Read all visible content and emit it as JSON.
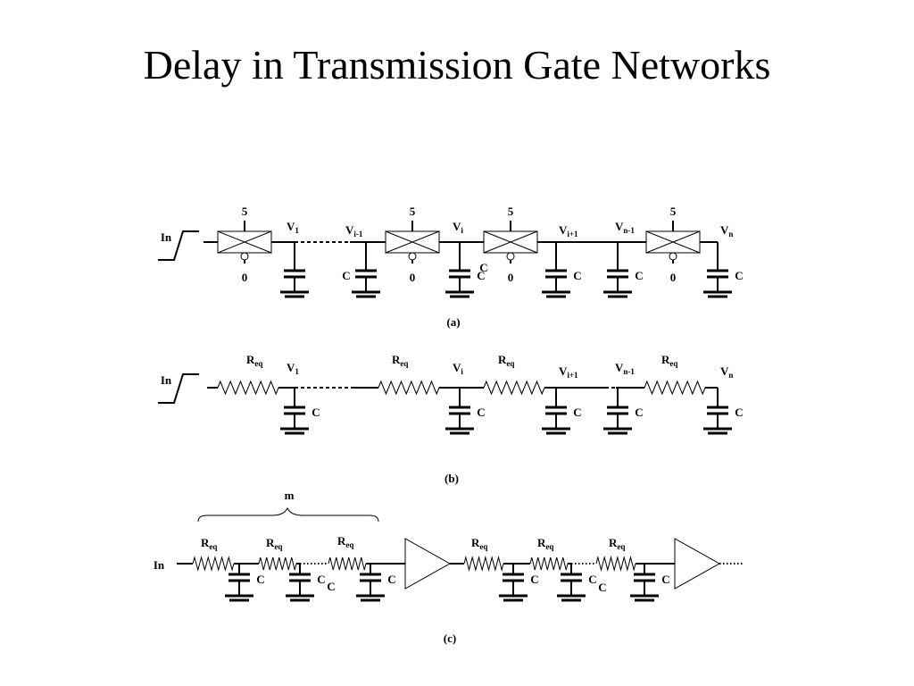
{
  "title": "Delay in Transmission Gate Networks",
  "panel_a": {
    "caption": "(a)",
    "input": "In",
    "gate_top": "5",
    "gate_bottom": "0",
    "cap": "C",
    "nodes": [
      {
        "v": "V",
        "s": "1"
      },
      {
        "v": "V",
        "s": "i-1"
      },
      {
        "v": "V",
        "s": "i"
      },
      {
        "v": "V",
        "s": "i+1"
      },
      {
        "v": "V",
        "s": "n-1"
      },
      {
        "v": "V",
        "s": "n"
      }
    ]
  },
  "panel_b": {
    "caption": "(b)",
    "input": "In",
    "res": {
      "r": "R",
      "s": "eq"
    },
    "cap": "C",
    "nodes": [
      {
        "v": "V",
        "s": "1"
      },
      {
        "v": "V",
        "s": "i"
      },
      {
        "v": "V",
        "s": "i+1"
      },
      {
        "v": "V",
        "s": "n-1"
      },
      {
        "v": "V",
        "s": "n"
      }
    ]
  },
  "panel_c": {
    "caption": "(c)",
    "input": "In",
    "brace": "m",
    "res": {
      "r": "R",
      "s": "eq"
    },
    "cap": "C"
  }
}
